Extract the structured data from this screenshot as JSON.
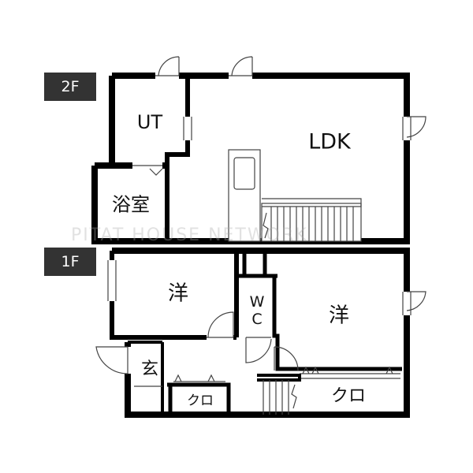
{
  "floors": {
    "upper": {
      "tag": "2F"
    },
    "lower": {
      "tag": "1F"
    }
  },
  "rooms": {
    "ut": "UT",
    "ldk": "LDK",
    "bath": "浴室",
    "western_left": "洋",
    "western_right": "洋",
    "wc": "W\nC",
    "entrance": "玄",
    "closet_small": "クロ",
    "closet_large": "クロ"
  },
  "watermark": "PITAT HOUSE NETWORK",
  "colors": {
    "wall": "#000000",
    "tag_bg": "#333333",
    "line": "#444444"
  }
}
